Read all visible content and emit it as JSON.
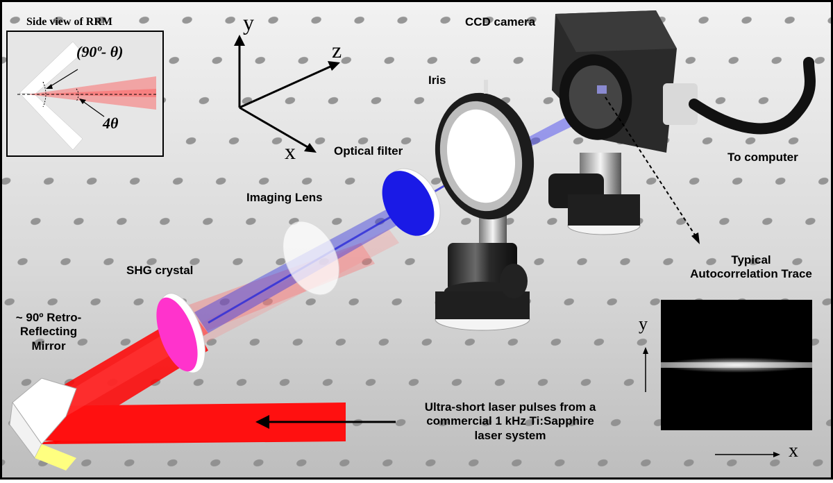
{
  "inset": {
    "title": "Side view of RRM",
    "angle_top": "(90º- θ)",
    "angle_bottom": "4θ"
  },
  "axes3d": {
    "y": "y",
    "z": "z",
    "x": "x"
  },
  "labels": {
    "ccd": "CCD camera",
    "iris": "Iris",
    "optical_filter": "Optical filter",
    "to_computer": "To computer",
    "imaging_lens": "Imaging Lens",
    "shg": "SHG crystal",
    "rrm_line1": "~ 90º Retro-",
    "rrm_line2": "Reflecting",
    "rrm_line3": "Mirror",
    "laser_line1": "Ultra-short laser pulses from a",
    "laser_line2": "commercial 1 kHz Ti:Sapphire",
    "laser_line3": "laser system",
    "trace_line1": "Typical",
    "trace_line2": "Autocorrelation Trace",
    "trace_y": "y",
    "trace_x": "x"
  },
  "colors": {
    "laser": "#ff1a1a",
    "shg_blue": "#2b2bd9",
    "filter_blue": "#1a1ae6",
    "crystal_magenta": "#ff33cc",
    "table": "#c9c9c9"
  }
}
